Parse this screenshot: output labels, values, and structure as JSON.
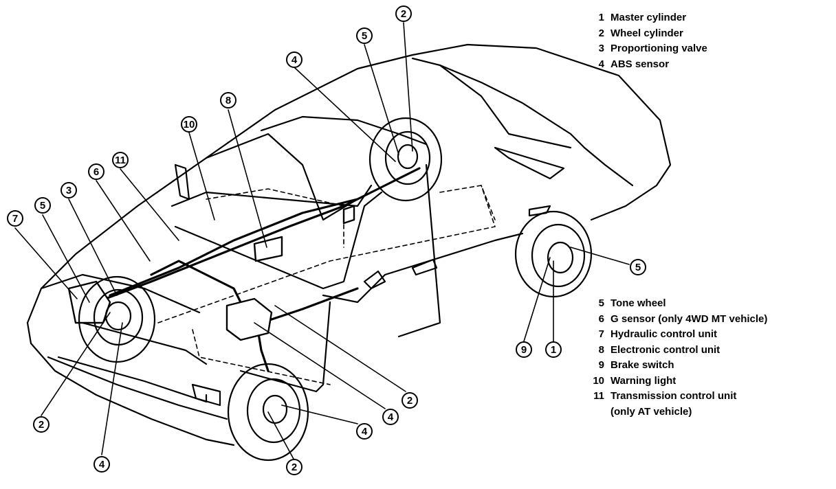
{
  "legend_top": [
    {
      "num": "1",
      "text": "Master cylinder"
    },
    {
      "num": "2",
      "text": "Wheel cylinder"
    },
    {
      "num": "3",
      "text": "Proportioning valve"
    },
    {
      "num": "4",
      "text": "ABS sensor"
    }
  ],
  "legend_bottom": [
    {
      "num": "5",
      "text": "Tone wheel"
    },
    {
      "num": "6",
      "text": "G sensor (only 4WD MT vehicle)"
    },
    {
      "num": "7",
      "text": "Hydraulic control unit"
    },
    {
      "num": "8",
      "text": "Electronic control unit"
    },
    {
      "num": "9",
      "text": "Brake switch"
    },
    {
      "num": "10",
      "text": "Warning light"
    },
    {
      "num": "11",
      "text": "Transmission control unit",
      "cont": "(only AT vehicle)"
    }
  ],
  "callouts": [
    "2",
    "5",
    "4",
    "8",
    "10",
    "11",
    "6",
    "3",
    "5",
    "7",
    "2",
    "4",
    "5",
    "9",
    "1",
    "2",
    "4",
    "4",
    "2"
  ]
}
